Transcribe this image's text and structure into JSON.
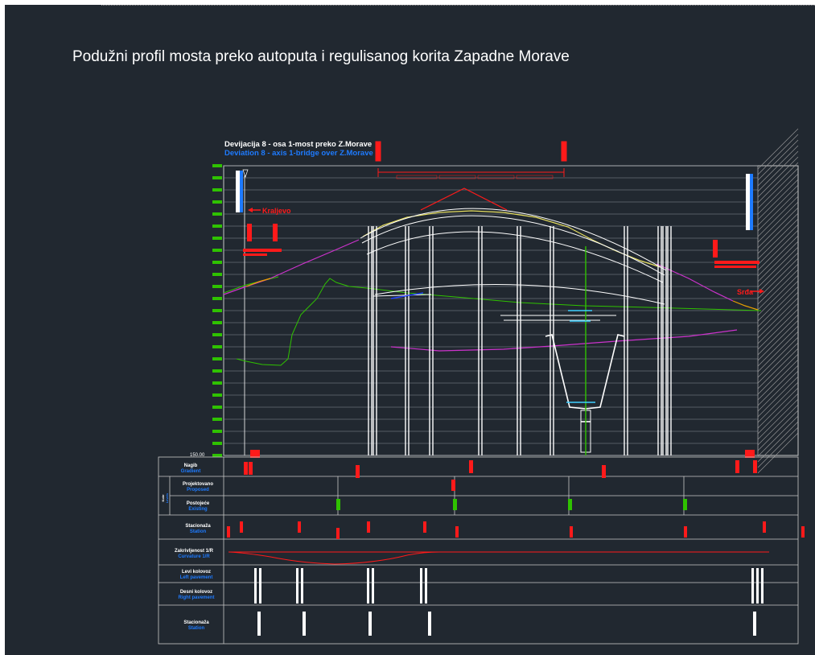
{
  "title": "Podužni profil mosta preko autoputa i regulisanog korita Zapadne Morave",
  "heading": {
    "line1": "Devijacija 8 - osa 1-most preko Z.Morave",
    "line2": "Deviation 8 - axis 1-bridge over Z.Morave"
  },
  "directions": {
    "left": "Kraljevo",
    "right": "Srđa"
  },
  "baseline_elevation": "150.00",
  "table_rows": {
    "nagib": {
      "sr": "Nagib",
      "en": "Gradient"
    },
    "kote": {
      "sr": "Kote",
      "en": "Levels"
    },
    "projektovano": {
      "sr": "Projektovano",
      "en": "Proposed"
    },
    "postojece": {
      "sr": "Postojeće",
      "en": "Existing"
    },
    "stacionaza": {
      "sr": "Stacionaža",
      "en": "Station"
    },
    "zakrivljenost": {
      "sr": "Zakrivljenost 1/R",
      "en": "Curvature 1/R"
    },
    "levi": {
      "sr": "Levi kolovoz",
      "en": "Left pavement"
    },
    "desni": {
      "sr": "Desni kolovoz",
      "en": "Right pavement"
    },
    "stac2": {
      "sr": "Stacionaža",
      "en": "Station"
    }
  },
  "colors": {
    "background": "#212830",
    "white": "#ffffff",
    "red": "#ff1a1a",
    "green": "#2fc200",
    "blue": "#1e7bff",
    "magenta": "#cc33cc",
    "yellow": "#e8e060",
    "cyan": "#3fd0ff",
    "grid": "#c8c8c8"
  }
}
